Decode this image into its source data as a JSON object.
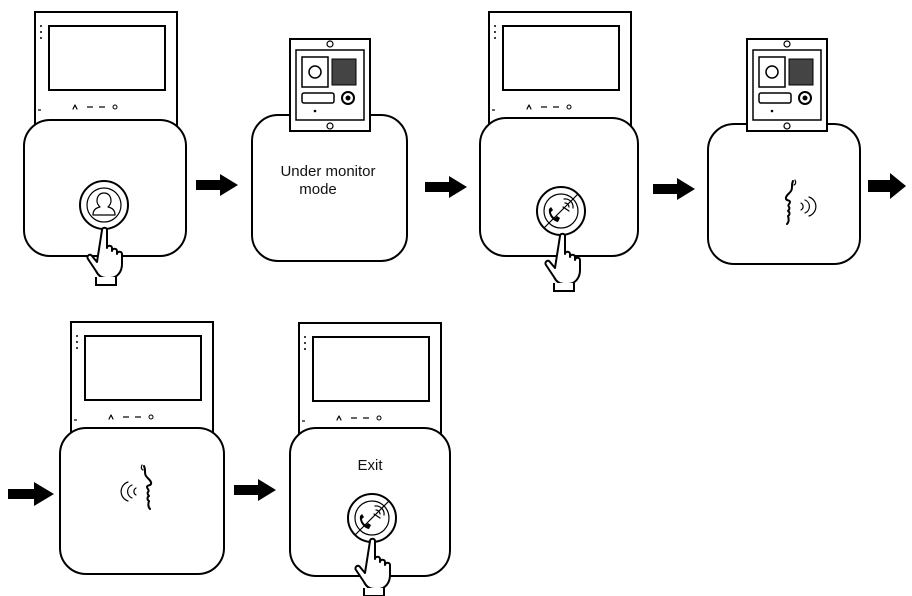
{
  "steps": {
    "s2": {
      "text_line1": "Under monitor",
      "text_line2": "mode"
    },
    "s6": {
      "text": "Exit"
    }
  },
  "icons": {
    "monitor_button": "person-icon",
    "talk_button": "handset-icon",
    "speech": "speaking-face-icon"
  }
}
